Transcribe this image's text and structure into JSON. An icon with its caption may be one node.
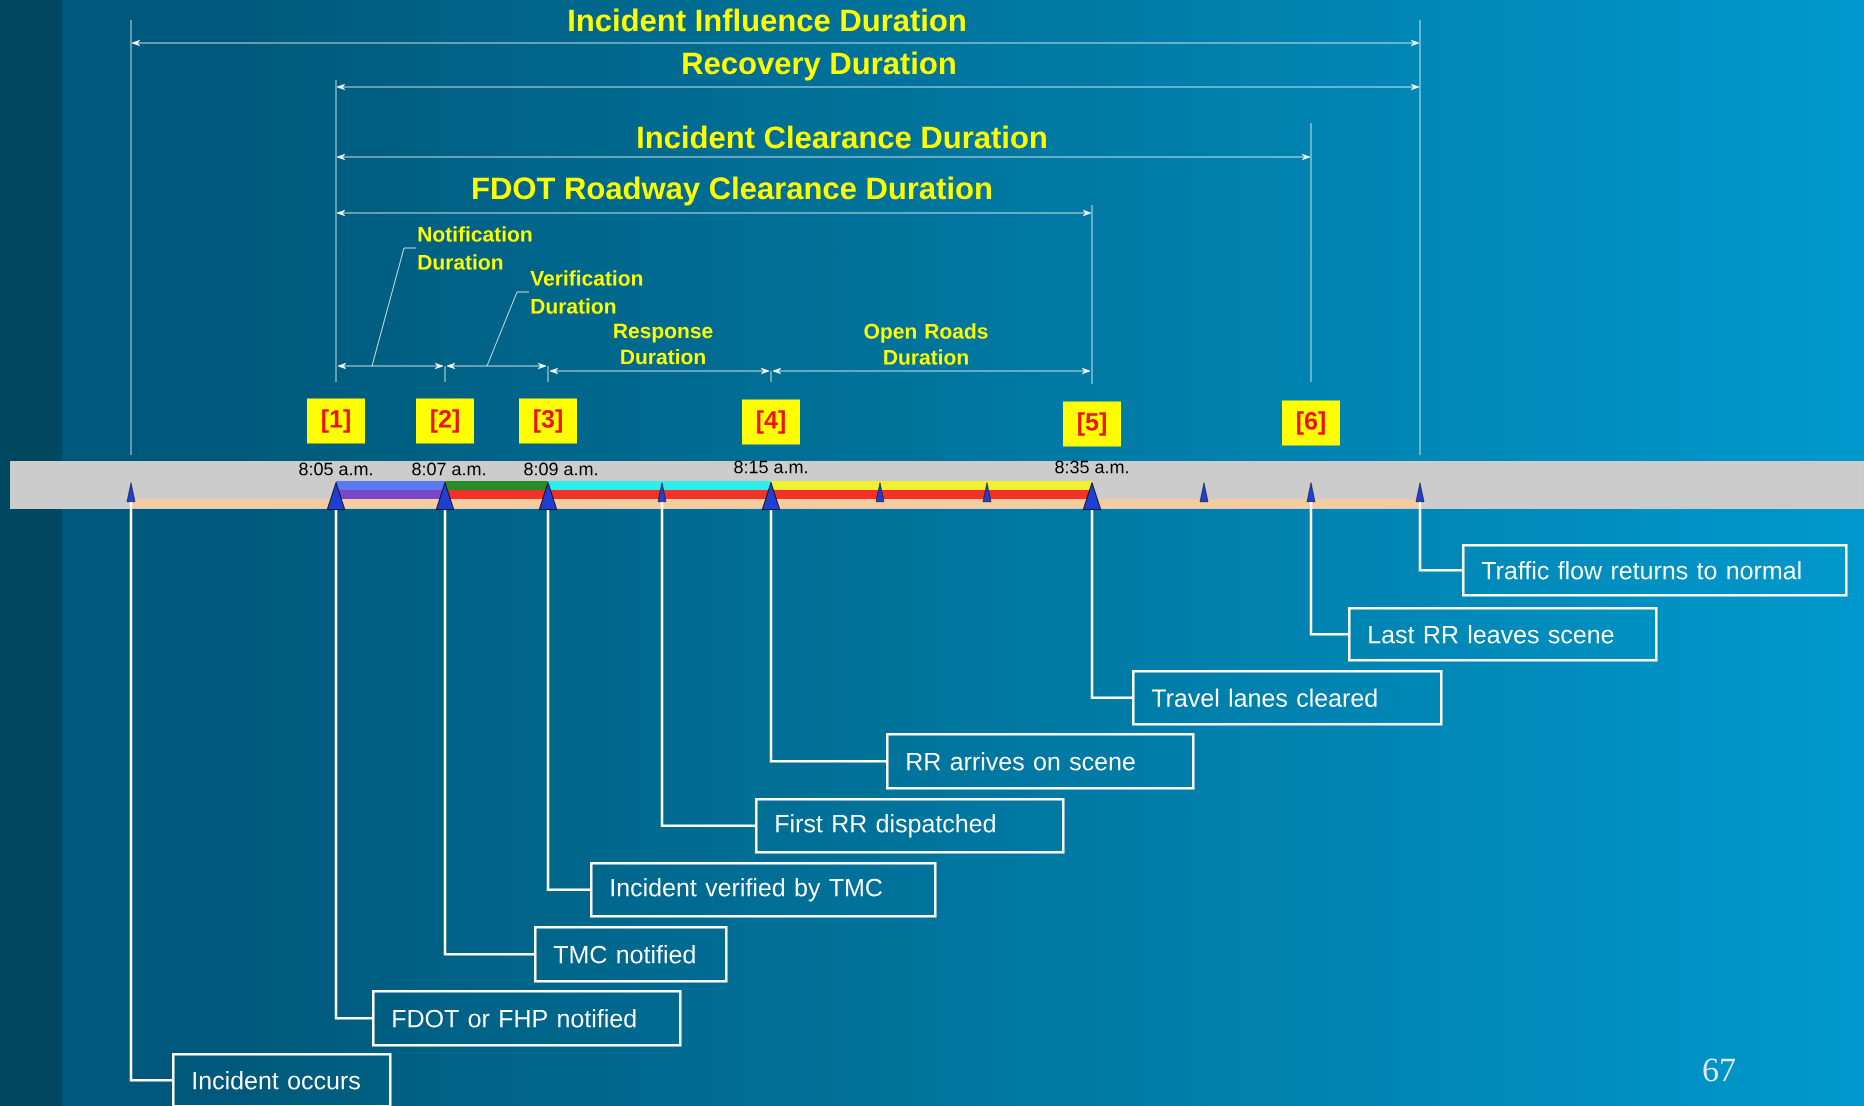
{
  "diagram": {
    "nodes": [
      {
        "text": [
          "Notification Duration"
        ]
      },
      {
        "text": [
          "Verification Duration"
        ]
      },
      {
        "text": [
          "[1]"
        ]
      },
      {
        "text": [
          "[2]"
        ]
      },
      {
        "text": [
          "[3]"
        ]
      },
      {
        "text": [
          "[4]"
        ]
      },
      {
        "text": [
          "[5]"
        ]
      },
      {
        "text": [
          "[6]"
        ]
      },
      {
        "text": [],
        "shape": "triangle"
      },
      {
        "text": [],
        "shape": "triangle"
      },
      {
        "text": [],
        "shape": "triangle"
      },
      {
        "text": [],
        "shape": "triangle"
      },
      {
        "text": [],
        "shape": "triangle"
      },
      {
        "text": [],
        "shape": "triangle"
      },
      {
        "text": [],
        "shape": "triangle"
      },
      {
        "text": [],
        "shape": "triangle"
      },
      {
        "text": [],
        "shape": "triangle"
      },
      {
        "text": [],
        "shape": "triangle"
      },
      {
        "text": [],
        "shape": "triangle"
      },
      {
        "text": [],
        "shape": "triangle"
      },
      {
        "text": [
          "Traffic flow returns to normal"
        ]
      },
      {
        "text": [
          "Last RR leaves scene"
        ]
      },
      {
        "text": [
          "Travel lanes cleared"
        ]
      },
      {
        "text": [
          "RR arrives on scene"
        ]
      },
      {
        "text": [
          "First RR dispatched"
        ]
      },
      {
        "text": [
          "Incident verified by TMC"
        ]
      },
      {
        "text": [
          "TMC notified"
        ]
      },
      {
        "text": [
          "FDOT or FHP notified"
        ]
      },
      {
        "text": [
          "Incident occurs"
        ]
      }
    ],
    "edges": [
      {
        "from": 0,
        "to": null,
        "arrow": "none"
      },
      {
        "from": 1,
        "to": null,
        "arrow": "none"
      },
      {
        "from": 20,
        "to": 19,
        "arrow": "none"
      },
      {
        "from": 21,
        "to": 18,
        "arrow": "none"
      },
      {
        "from": 22,
        "to": 16,
        "arrow": "none"
      },
      {
        "from": 23,
        "to": 13,
        "arrow": "none"
      },
      {
        "from": 24,
        "to": 12,
        "arrow": "none"
      },
      {
        "from": 25,
        "to": 11,
        "arrow": "none"
      },
      {
        "from": 26,
        "to": 10,
        "arrow": "none"
      },
      {
        "from": 27,
        "to": 9,
        "arrow": "none"
      },
      {
        "from": 28,
        "to": 8,
        "arrow": "none"
      }
    ],
    "labels": [
      "Incident Influence Duration",
      "Recovery Duration",
      "Incident Clearance Duration",
      "FDOT Roadway Clearance Duration",
      "Response Duration",
      "Open Roads Duration",
      "8:05 a.m.",
      "8:07 a.m.",
      "8:09 a.m.",
      "8:15 a.m.",
      "8:35 a.m.",
      "67"
    ]
  }
}
